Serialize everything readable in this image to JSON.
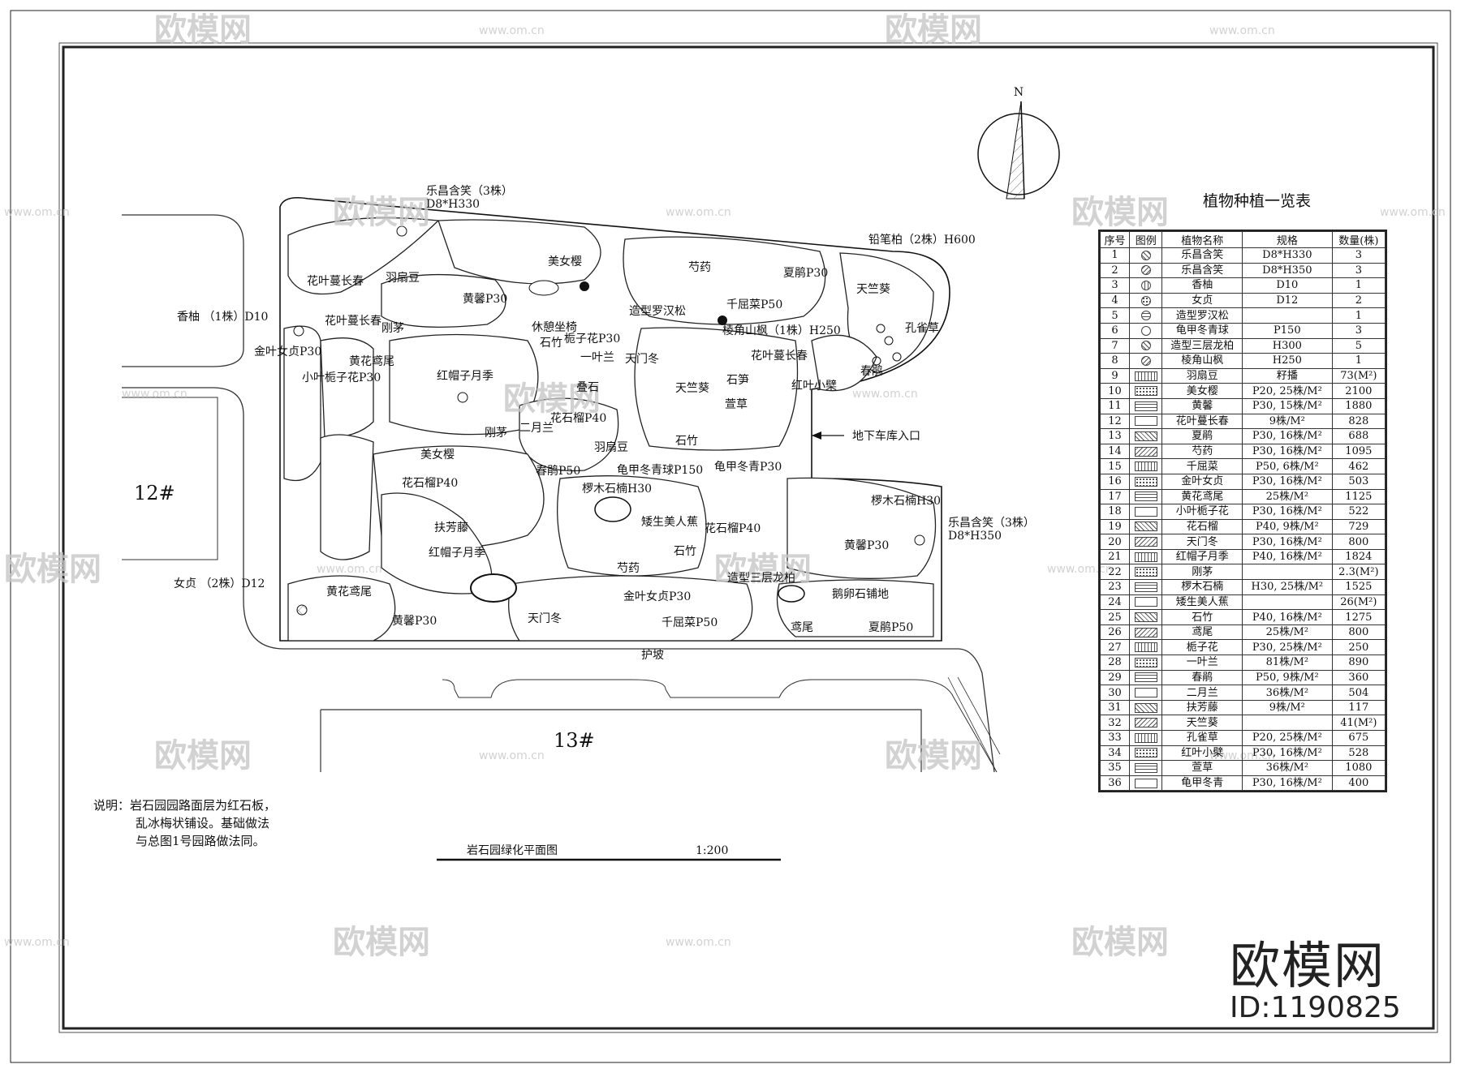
{
  "drawing": {
    "title": "岩石园绿化平面图",
    "scale": "1:200",
    "north": "N",
    "note_lines": [
      "说明：岩石园园路面层为红石板，",
      "乱冰梅状铺设。基础做法",
      "与总图1号园路做法同。"
    ],
    "building_12": "12#",
    "building_13": "13#",
    "garage_entrance": "地下车库入口",
    "slope": "护坡"
  },
  "callouts": {
    "lechang_top": "乐昌含笑（3株）",
    "lechang_top_spec": "D8*H330",
    "pencil_cypress": "铅笔柏（2株）H600",
    "pomelo": "香柚 （1株）D10",
    "jinye_top": "金叶女贞P30",
    "lechang_right": "乐昌含笑（3株）",
    "lechang_right_spec": "D8*H350",
    "privet": "女贞 （2株）D12"
  },
  "zones": [
    {
      "name": "zone-hua-ye-man-chang-chun-1",
      "label": "花叶蔓长春"
    },
    {
      "name": "zone-yu-shan-dou",
      "label": "羽扇豆"
    },
    {
      "name": "zone-mei-nv-ying-1",
      "label": "美女樱"
    },
    {
      "name": "zone-huang-xin",
      "label": "黄馨P30"
    },
    {
      "name": "zone-shao-yao-1",
      "label": "芍药"
    },
    {
      "name": "zone-xia-juan-1",
      "label": "夏鹃P30"
    },
    {
      "name": "zone-qian-qu-cai-1",
      "label": "千屈菜P50"
    },
    {
      "name": "zone-luohan",
      "label": "造型罗汉松"
    },
    {
      "name": "zone-gang-mao",
      "label": "刚茅"
    },
    {
      "name": "zone-xiu-qi",
      "label": "休憩坐椅"
    },
    {
      "name": "zone-zhizi",
      "label": "栀子花P30"
    },
    {
      "name": "zone-shizhu-1",
      "label": "石竹"
    },
    {
      "name": "zone-yi-ye-lan",
      "label": "一叶兰"
    },
    {
      "name": "zone-tian-men-dong-1",
      "label": "天门冬"
    },
    {
      "name": "zone-tian-zhu-kui-1",
      "label": "天竺葵"
    },
    {
      "name": "zone-kong-que-cao",
      "label": "孔雀草"
    },
    {
      "name": "zone-leng-jiao",
      "label": "棱角山枫（1株）H250"
    },
    {
      "name": "zone-hua-ye-man-chang-chun-2",
      "label": "花叶蔓长春"
    },
    {
      "name": "zone-chun-juan-1",
      "label": "春鹃"
    },
    {
      "name": "zone-xiao-ye-zhi-zi",
      "label": "小叶栀子花P30"
    },
    {
      "name": "zone-huang-hua-yuan-wei-1",
      "label": "黄花鸢尾"
    },
    {
      "name": "zone-hong-mao",
      "label": "红帽子月季"
    },
    {
      "name": "zone-die-shi",
      "label": "叠石"
    },
    {
      "name": "zone-tian-zhu-kui-2",
      "label": "天竺葵"
    },
    {
      "name": "zone-shi-sun",
      "label": "石笋"
    },
    {
      "name": "zone-xuan-cao",
      "label": "萱草"
    },
    {
      "name": "zone-hong-ye-xiao-bo",
      "label": "红叶小檗"
    },
    {
      "name": "zone-er-yue-lan",
      "label": "二月兰"
    },
    {
      "name": "zone-hua-shi-liu-1",
      "label": "花石榴P40"
    },
    {
      "name": "zone-gang-mao-2",
      "label": "刚茅"
    },
    {
      "name": "zone-yu-shan-dou-2",
      "label": "羽扇豆"
    },
    {
      "name": "zone-shizhu-2",
      "label": "石竹"
    },
    {
      "name": "zone-mei-nv-ying-2",
      "label": "美女樱"
    },
    {
      "name": "zone-chun-juan-2",
      "label": "春鹃P50"
    },
    {
      "name": "zone-gui-jia-1",
      "label": "龟甲冬青球P150"
    },
    {
      "name": "zone-gui-jia-2",
      "label": "龟甲冬青P30"
    },
    {
      "name": "zone-hua-shi-liu-2",
      "label": "花石榴P40"
    },
    {
      "name": "zone-ju-mu",
      "label": "椤木石楠H30"
    },
    {
      "name": "zone-fu-fang-teng",
      "label": "扶芳藤"
    },
    {
      "name": "zone-ai-sheng",
      "label": "矮生美人蕉"
    },
    {
      "name": "zone-hua-shi-liu-3",
      "label": "花石榴P40"
    },
    {
      "name": "zone-ju-mu-2",
      "label": "椤木石楠H30"
    },
    {
      "name": "zone-huang-xin-2",
      "label": "黄馨P30"
    },
    {
      "name": "zone-hong-mao-2",
      "label": "红帽子月季"
    },
    {
      "name": "zone-shizhu-3",
      "label": "石竹"
    },
    {
      "name": "zone-shao-yao-2",
      "label": "芍药"
    },
    {
      "name": "zone-san-ceng",
      "label": "造型三层龙柏"
    },
    {
      "name": "zone-pu-di",
      "label": "鹅卵石铺地"
    },
    {
      "name": "zone-huang-hua-yuan-wei-2",
      "label": "黄花鸢尾"
    },
    {
      "name": "zone-huang-xin-3",
      "label": "黄馨P30"
    },
    {
      "name": "zone-tian-men-dong-2",
      "label": "天门冬"
    },
    {
      "name": "zone-jin-ye-2",
      "label": "金叶女贞P30"
    },
    {
      "name": "zone-qian-qu-cai-2",
      "label": "千屈菜P50"
    },
    {
      "name": "zone-yuan-wei",
      "label": "鸢尾"
    },
    {
      "name": "zone-xia-juan-2",
      "label": "夏鹃P50"
    },
    {
      "name": "zone-hua-ye-3",
      "label": "花叶蔓长春"
    }
  ],
  "legend": {
    "title": "植物种植一览表",
    "headers": [
      "序号",
      "图例",
      "植物名称",
      "规格",
      "数量(株)"
    ],
    "rows": [
      [
        "1",
        "乐昌含笑",
        "D8*H330",
        "3"
      ],
      [
        "2",
        "乐昌含笑",
        "D8*H350",
        "3"
      ],
      [
        "3",
        "香柚",
        "D10",
        "1"
      ],
      [
        "4",
        "女贞",
        "D12",
        "2"
      ],
      [
        "5",
        "造型罗汉松",
        "",
        "1"
      ],
      [
        "6",
        "龟甲冬青球",
        "P150",
        "3"
      ],
      [
        "7",
        "造型三层龙柏",
        "H300",
        "5"
      ],
      [
        "8",
        "棱角山枫",
        "H250",
        "1"
      ],
      [
        "9",
        "羽扇豆",
        "籽播",
        "73(M²)"
      ],
      [
        "10",
        "美女樱",
        "P20, 25株/M²",
        "2100"
      ],
      [
        "11",
        "黄馨",
        "P30, 15株/M²",
        "1880"
      ],
      [
        "12",
        "花叶蔓长春",
        "9株/M²",
        "828"
      ],
      [
        "13",
        "夏鹃",
        "P30, 16株/M²",
        "688"
      ],
      [
        "14",
        "芍药",
        "P30, 16株/M²",
        "1095"
      ],
      [
        "15",
        "千屈菜",
        "P50, 6株/M²",
        "462"
      ],
      [
        "16",
        "金叶女贞",
        "P30, 16株/M²",
        "503"
      ],
      [
        "17",
        "黄花鸢尾",
        "25株/M²",
        "1125"
      ],
      [
        "18",
        "小叶栀子花",
        "P30, 16株/M²",
        "522"
      ],
      [
        "19",
        "花石榴",
        "P40, 9株/M²",
        "729"
      ],
      [
        "20",
        "天门冬",
        "P30, 16株/M²",
        "800"
      ],
      [
        "21",
        "红帽子月季",
        "P40, 16株/M²",
        "1824"
      ],
      [
        "22",
        "刚茅",
        "",
        "2.3(M²)"
      ],
      [
        "23",
        "椤木石楠",
        "H30, 25株/M²",
        "1525"
      ],
      [
        "24",
        "矮生美人蕉",
        "",
        "26(M²)"
      ],
      [
        "25",
        "石竹",
        "P40, 16株/M²",
        "1275"
      ],
      [
        "26",
        "鸢尾",
        "25株/M²",
        "800"
      ],
      [
        "27",
        "栀子花",
        "P30, 25株/M²",
        "250"
      ],
      [
        "28",
        "一叶兰",
        "81株/M²",
        "890"
      ],
      [
        "29",
        "春鹃",
        "P50, 9株/M²",
        "360"
      ],
      [
        "30",
        "二月兰",
        "36株/M²",
        "504"
      ],
      [
        "31",
        "扶芳藤",
        "9株/M²",
        "117"
      ],
      [
        "32",
        "天竺葵",
        "",
        "41(M²)"
      ],
      [
        "33",
        "孔雀草",
        "P20, 25株/M²",
        "675"
      ],
      [
        "34",
        "红叶小檗",
        "P30, 16株/M²",
        "528"
      ],
      [
        "35",
        "萱草",
        "36株/M²",
        "1080"
      ],
      [
        "36",
        "龟甲冬青",
        "P30, 16株/M²",
        "400"
      ]
    ]
  },
  "watermark": {
    "brand": "欧模网",
    "url": "www.om.cn",
    "id": "ID:1190825"
  }
}
